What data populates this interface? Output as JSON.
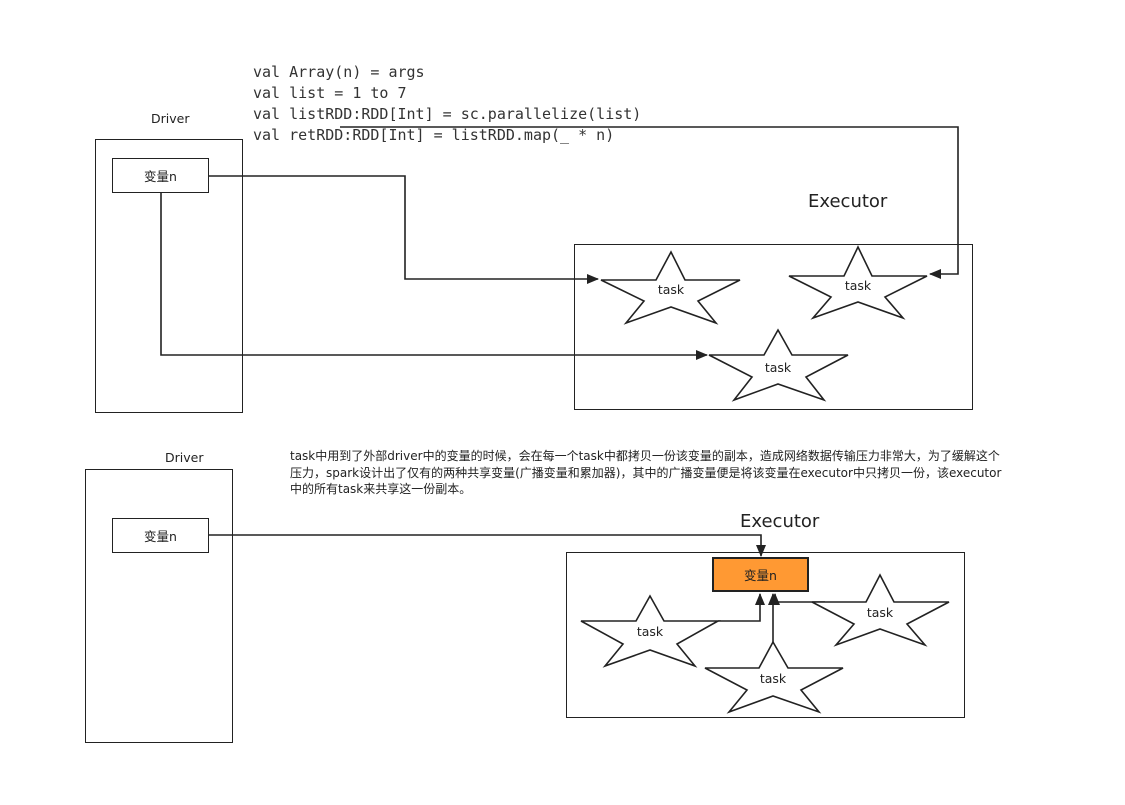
{
  "code": [
    "val Array(n) = args",
    "val list = 1 to 7",
    "val listRDD:RDD[Int] = sc.parallelize(list)",
    "val retRDD:RDD[Int] = listRDD.map(_ * n)"
  ],
  "top_diagram": {
    "driver_label": "Driver",
    "variable_label": "变量n",
    "executor_label": "Executor",
    "tasks": [
      "task",
      "task",
      "task"
    ]
  },
  "bottom_diagram": {
    "driver_label": "Driver",
    "variable_label": "变量n",
    "executor_label": "Executor",
    "executor_variable_label": "变量n",
    "executor_variable_color": "#FF9933",
    "tasks": [
      "task",
      "task",
      "task"
    ]
  },
  "description": [
    "task中用到了外部driver中的变量的时候，会在每一个task中都拷贝一份该变量的副本，造成网络数据传输压力非常大，为了缓解这个",
    "压力，spark设计出了仅有的两种共享变量(广播变量和累加器)，其中的广播变量便是将该变量在executor中只拷贝一份，该executor",
    "中的所有task来共享这一份副本。"
  ],
  "colors": {
    "stroke": "#222222",
    "background": "#ffffff",
    "highlight": "#FF9933"
  }
}
